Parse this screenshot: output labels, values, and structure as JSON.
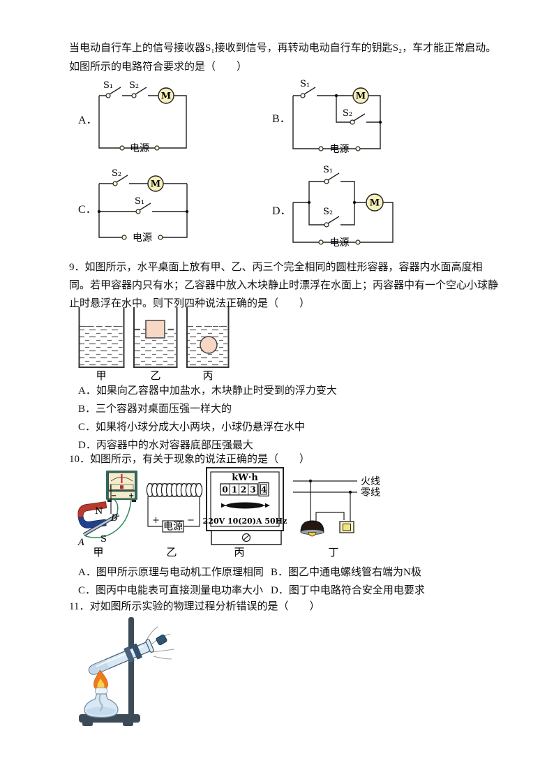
{
  "page": {
    "background": "#ffffff"
  },
  "colors": {
    "motor_fill": "#f7f2bd",
    "terminal_fill": "#fdf8d8",
    "magnet_red": "#b93a2e",
    "magnet_blue": "#20408f",
    "meter_frame": "#2e6b5e",
    "meter_face": "#f2ecca",
    "wire_green": "#2f8a5a",
    "object_peach": "#f6d8c4",
    "flame_orange": "#ee7a1e",
    "flame_yellow": "#fbd24b",
    "stand_dark": "#3c4b57",
    "clamp_blue": "#47617b",
    "glass_blue": "#d8e8f4",
    "stopper_blue": "#2e5674",
    "switch_cream": "#f7f2c6",
    "switch_inner": "#f3e87c",
    "lamp_shade": "#241712",
    "bulb_yellow": "#f2cc3f"
  },
  "question8": {
    "stem_line1": "当电动自行车上的信号接收器S₁接收到信号，再转动电动自行车的钥匙S₂，车才能正常启动。",
    "stem_line2": "如图所示的电路符合要求的是（　　）",
    "option_letters": [
      "A．",
      "B．",
      "C．",
      "D．"
    ]
  },
  "circuit": {
    "s1": "S₁",
    "s2": "S₂",
    "motor": "M",
    "battery": "电源"
  },
  "question9": {
    "stem": "9．如图所示，水平桌面上放有甲、乙、丙三个完全相同的圆柱形容器，容器内水面高度相同。若甲容器内只有水；乙容器中放入木块静止时漂浮在水面上；丙容器中有一个空心小球静止时悬浮在水中。则下列四种说法正确的是（　　）",
    "figure_labels": [
      "甲",
      "乙",
      "丙"
    ],
    "options": [
      "A．如果向乙容器中加盐水，木块静止时受到的浮力变大",
      "B．三个容器对桌面压强一样大的",
      "C．如果将小球分成大小两块，小球仍悬浮在水中",
      "D．丙容器中的水对容器底部压强最大"
    ]
  },
  "question10": {
    "stem": "10．如图所示，有关于现象的说法正确的是（　　）",
    "figure": {
      "labels": [
        "甲",
        "乙",
        "丙",
        "丁"
      ],
      "pole_n": "N",
      "pole_s": "S",
      "point_a": "A",
      "point_b": "B",
      "plus": "+",
      "minus": "−",
      "battery": "电源",
      "kwh": "kW·h",
      "digits": [
        "0",
        "1",
        "2",
        "3",
        "4"
      ],
      "rating": "220V 10(20)A 50Hz",
      "live": "火线",
      "neutral": "零线"
    },
    "options": [
      "A．图甲所示原理与电动机工作原理相同",
      "B．图乙中通电螺线管右端为N极",
      "C．图丙中电能表可直接测量电功率大小",
      "D．图丁中电路符合安全用电要求"
    ]
  },
  "question11": {
    "stem": "11．对如图所示实验的物理过程分析错误的是（　　）"
  }
}
